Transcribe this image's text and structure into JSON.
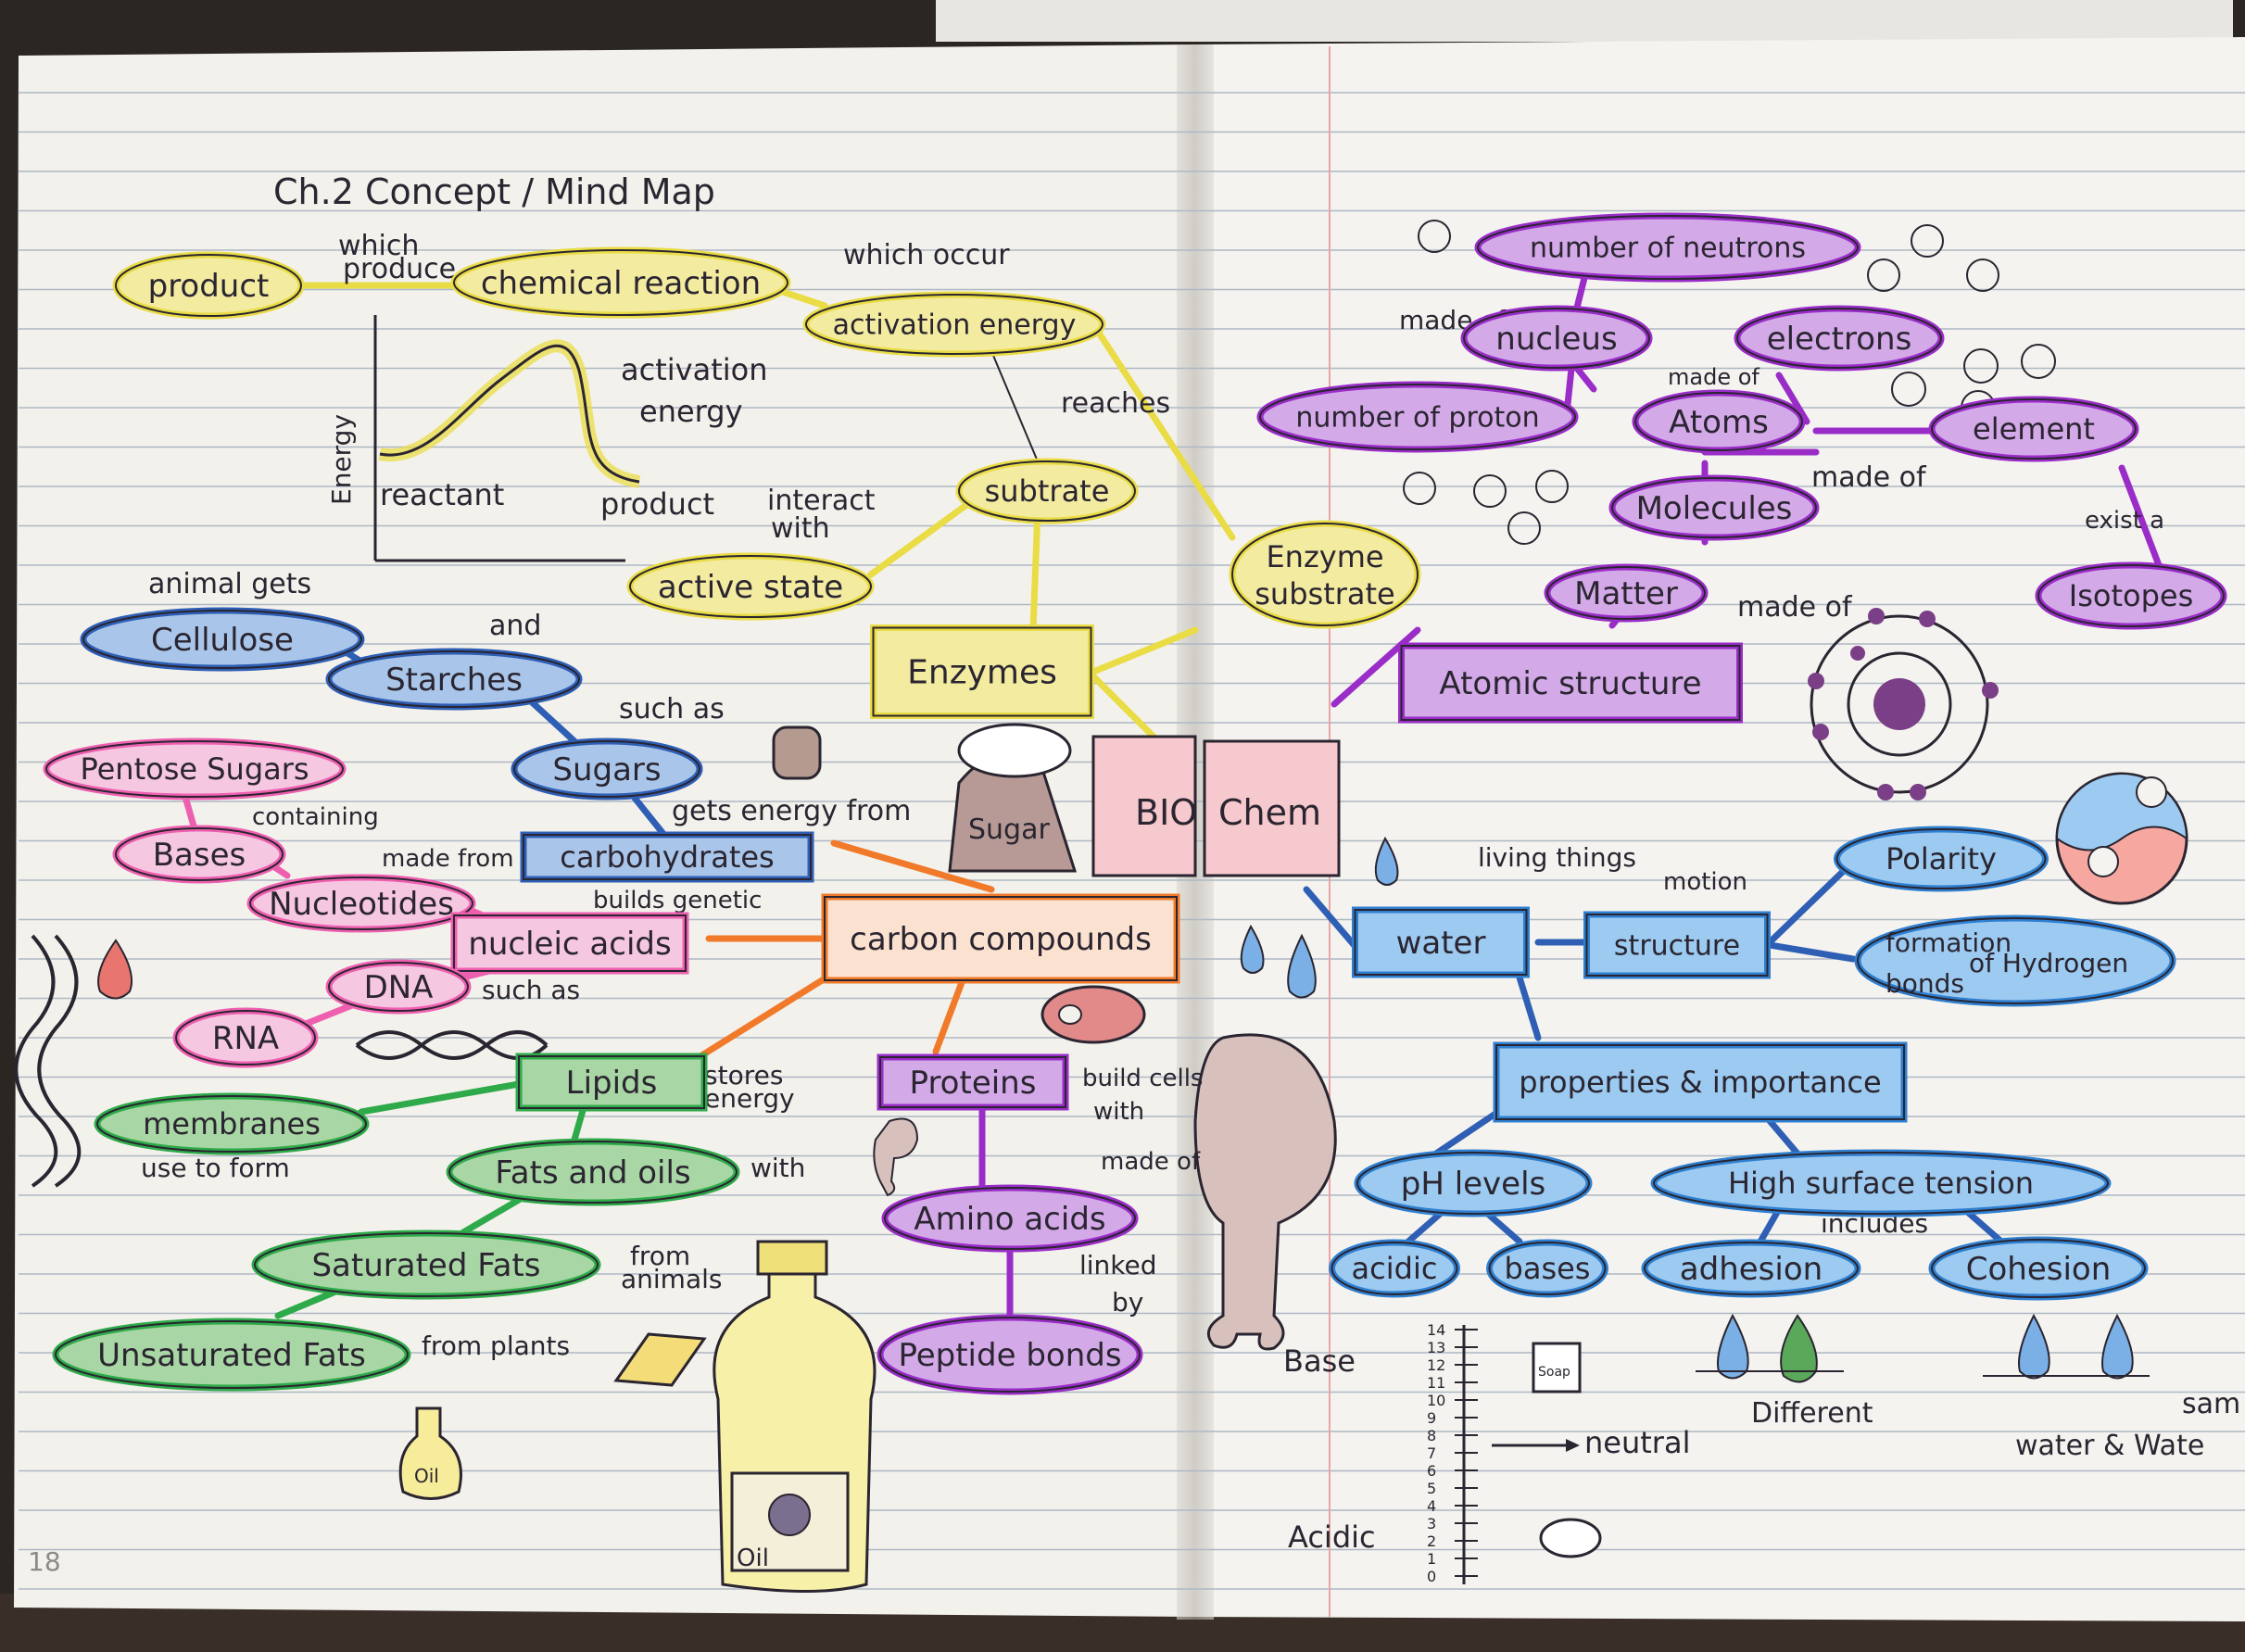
{
  "title": "Ch.2 Concept / Mind Map",
  "page_number": "18",
  "colors": {
    "paper": "#f3f1ec",
    "rule_line": "#aeb8c4",
    "margin_line": "#e7a6a6",
    "ink": "#2a2530",
    "yellow": "#e9dc45",
    "orange": "#f07a2a",
    "blue": "#2f5fb5",
    "blue_fill": "#a9c6ea",
    "pink": "#ee5fb0",
    "pink_fill": "#f6c7e1",
    "green": "#2faa4a",
    "green_fill": "#a8d6a4",
    "purple": "#9a2dc8",
    "purple_fill": "#d3a9e8",
    "water_blue": "#2f7fd0",
    "water_fill": "#9ccaf0"
  },
  "nodes": {
    "product": "product",
    "chemical_reaction": "chemical reaction",
    "activation_energy": "activation energy",
    "subtrate": "subtrate",
    "active_state": "active state",
    "enzyme_substrate": "Enzyme substrate",
    "enzymes": "Enzymes",
    "cellulose": "Cellulose",
    "starches": "Starches",
    "sugars": "Sugars",
    "carbohydrates": "carbohydrates",
    "carbon_compounds": "carbon compounds",
    "pentose_sugars": "Pentose Sugars",
    "bases": "Bases",
    "nucleotides": "Nucleotides",
    "nucleic_acids": "nucleic acids",
    "dna": "DNA",
    "rna": "RNA",
    "lipids": "Lipids",
    "membranes": "membranes",
    "fats_and_oils": "Fats and oils",
    "saturated_fats": "Saturated Fats",
    "unsaturated_fats": "Unsaturated Fats",
    "proteins": "Proteins",
    "amino_acids": "Amino acids",
    "peptide_bonds": "Peptide bonds",
    "bio": "BIO",
    "chem": "Chem",
    "number_of_neutrons": "number of neutrons",
    "nucleus": "nucleus",
    "electrons": "electrons",
    "number_of_proton": "number of proton",
    "atoms": "Atoms",
    "element": "element",
    "molecules": "Molecules",
    "matter": "Matter",
    "isotopes": "Isotopes",
    "atomic_structure": "Atomic structure",
    "water": "water",
    "structure": "structure",
    "polarity": "Polarity",
    "formation_hydrogen_bonds_1": "formation",
    "formation_hydrogen_bonds_2": "of Hydrogen",
    "formation_hydrogen_bonds_3": "bonds",
    "properties_importance": "properties & importance",
    "ph_levels": "pH levels",
    "high_surface_tension": "High surface tension",
    "acidic": "acidic",
    "bases_water": "bases",
    "adhesion": "adhesion",
    "cohesion": "Cohesion"
  },
  "link_labels": {
    "which_produce_1": "which",
    "which_produce_2": "produce",
    "which_occur": "which occur",
    "reaches": "reaches",
    "interact_with_1": "interact",
    "interact_with_2": "with",
    "animal_gets": "animal gets",
    "and": "and",
    "such_as": "such as",
    "gets_energy_from": "gets energy from",
    "containing": "containing",
    "made_from": "made from",
    "builds_genetic": "builds genetic",
    "such_as_2": "such as",
    "stores_energy_1": "stores",
    "stores_energy_2": "energy",
    "use_to_form": "use   to form",
    "with": "with",
    "from_animals_1": "from",
    "from_animals_2": "animals",
    "from_plants": "from plants",
    "build_cells_with_1": "build cells",
    "build_cells_with_2": "with",
    "made_of_protein": "made of",
    "linked_by_1": "linked",
    "linked_by_2": "by",
    "made_of_nucleus": "made of",
    "made_of_atoms": "made of",
    "made_of_molecules": "made of",
    "made_of_matter": "made of",
    "exist_as": "exist a",
    "living_things": "living things",
    "motion": "motion",
    "includes": "includes"
  },
  "graph_labels": {
    "activation_energy_1": "activation",
    "activation_energy_2": "energy",
    "energy_axis": "Energy",
    "reactant": "reactant",
    "product": "product"
  },
  "drawing_labels": {
    "sugar": "Sugar",
    "oil": "Oil",
    "oil_small": "Oil",
    "base": "Base",
    "acidic": "Acidic",
    "neutral": "neutral",
    "different": "Different",
    "same": "sam",
    "water_water": "water & Wate",
    "soap": "Soap"
  },
  "ph_scale": [
    "14",
    "13",
    "12",
    "11",
    "10",
    "9",
    "8",
    "7",
    "6",
    "5",
    "4",
    "3",
    "2",
    "1",
    "0"
  ]
}
